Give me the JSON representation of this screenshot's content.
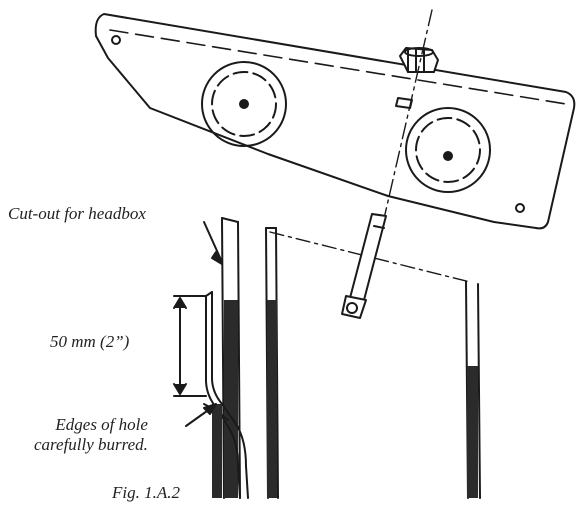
{
  "figure": {
    "caption": "Fig. 1.A.2"
  },
  "labels": {
    "cutout": "Cut-out for headbox",
    "dimension": "50 mm (2”)",
    "edges_line1": "Edges of hole",
    "edges_line2": "carefully burred."
  },
  "colors": {
    "line": "#1a1a1a",
    "fill": "#ffffff",
    "dark_fill": "#2b2b2b"
  }
}
